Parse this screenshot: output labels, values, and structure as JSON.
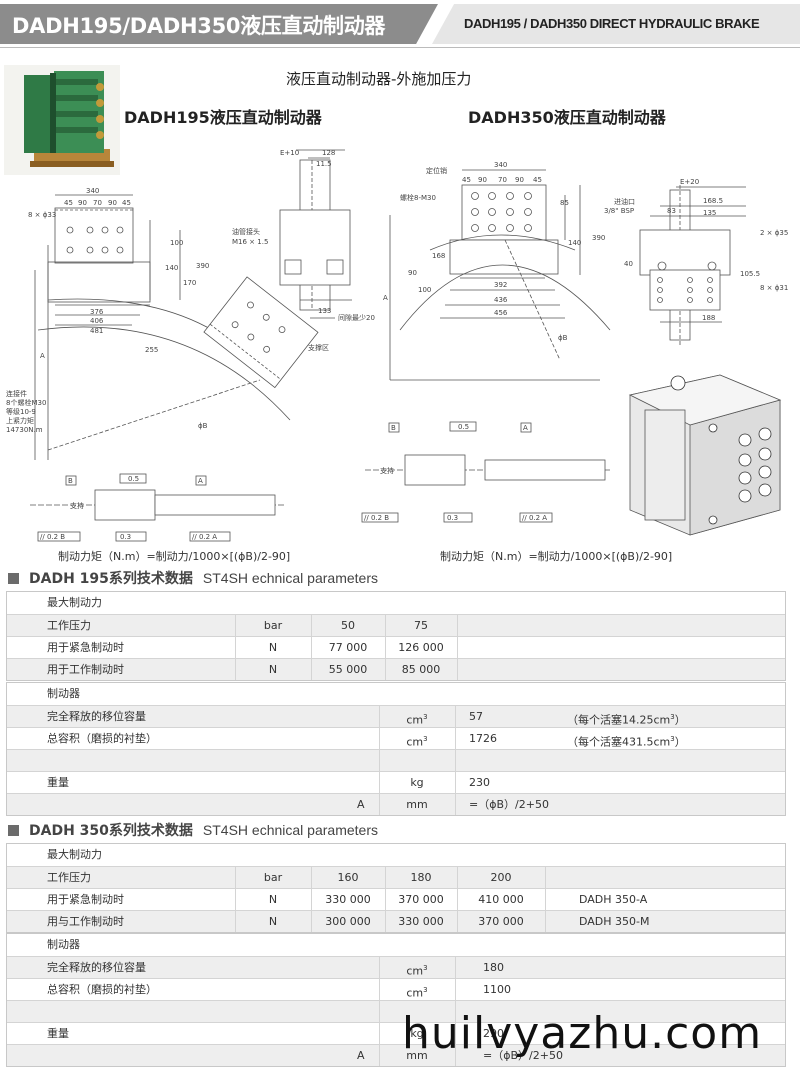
{
  "header": {
    "title_cn": "DADH195/DADH350液压直动制动器",
    "title_en": "DADH195 / DADH350 DIRECT HYDRAULIC BRAKE"
  },
  "drawing": {
    "subtitle": "液压直动制动器-外施加压力",
    "model_195_title": "DADH195液压直动制动器",
    "model_350_title": "DADH350液压直动制动器",
    "formula_195": "制动力矩（N.m）=制动力/1000×[(ϕB)/2-90]",
    "formula_350": "制动力矩（N.m）=制动力/1000×[(ϕB)/2-90]",
    "labels_195": {
      "bolt_holes": "8 × ϕ33",
      "w340": "340",
      "d45": "45",
      "d90a": "90",
      "d70": "70",
      "d90b": "90",
      "d45b": "45",
      "w376": "376",
      "w406": "406",
      "w481": "481",
      "r255": "255",
      "h390": "390",
      "h170": "170",
      "h140": "140",
      "h100": "100",
      "dimA": "A",
      "phiB": "ϕB",
      "oil": "油管接头",
      "oil_m": "M16 × 1.5",
      "e10": "E+10",
      "w128": "128",
      "w115": "11.5",
      "w133": "133",
      "clear": "间隙最少20",
      "support": "支撑区",
      "conn1": "连接件",
      "conn2": "8个螺栓M30",
      "conn3": "等级10-9",
      "conn4": "上紧力矩",
      "conn5": "14730N.m",
      "tolB": "B",
      "tolA": "A",
      "tol05": "0.5",
      "tol02B": "// 0.2 B",
      "tol03": "0.3",
      "tol02A": "// 0.2 A",
      "sup": "支持"
    },
    "labels_350": {
      "pin": "定位销",
      "bolt": "螺栓8-M30",
      "w340": "340",
      "d45": "45",
      "d90a": "90",
      "d70": "70",
      "d90b": "90",
      "d45b": "45",
      "h85": "85",
      "h140": "140",
      "h390": "390",
      "h168": "168",
      "d90": "90",
      "d100": "100",
      "w392": "392",
      "w436": "436",
      "w456": "456",
      "dimA": "A",
      "phiB": "ϕB",
      "inlet": "进油口",
      "inlet_bsp": "3/8\" BSP",
      "e20": "E+20",
      "w1685": "168.5",
      "w83": "83",
      "w135": "135",
      "w188": "188",
      "phi35": "2 × ϕ35",
      "phi31": "8 × ϕ31",
      "h40": "40",
      "h1055": "105.5",
      "tolB": "B",
      "tolA": "A",
      "tol05": "0.5",
      "tol02B": "// 0.2 B",
      "tol03": "0.3",
      "tol02A": "// 0.2 A",
      "sup": "支持"
    }
  },
  "dadh195": {
    "title_cn": "DADH 195系列技术数据",
    "title_en": "ST4SH echnical parameters",
    "force_table": {
      "heading": "最大制动力",
      "rows": [
        {
          "label": "工作压力",
          "unit": "bar",
          "v1": "50",
          "v2": "75"
        },
        {
          "label": "用于紧急制动时",
          "unit": "N",
          "v1": "77 000",
          "v2": "126 000"
        },
        {
          "label": "用于工作制动时",
          "unit": "N",
          "v1": "55 000",
          "v2": "85 000"
        }
      ]
    },
    "brake_table": {
      "heading": "制动器",
      "rows": [
        {
          "label": "完全释放的移位容量",
          "unit": "cm",
          "unit_sup": "3",
          "value": "57",
          "note": "（每个活塞14.25cm",
          "note_sup": "3",
          "note_end": "）"
        },
        {
          "label": "总容积（磨损的衬垫）",
          "unit": "cm",
          "unit_sup": "3",
          "value": "1726",
          "note": "（每个活塞431.5cm",
          "note_sup": "3",
          "note_end": "）"
        },
        {
          "label": "",
          "unit": "",
          "value": "",
          "note": ""
        },
        {
          "label": "重量",
          "unit": "kg",
          "value": "230",
          "note": ""
        },
        {
          "label": "A",
          "unit": "mm",
          "value": "=（ϕB）/2+50",
          "note": ""
        }
      ]
    }
  },
  "dadh350": {
    "title_cn": "DADH 350系列技术数据",
    "title_en": "ST4SH echnical parameters",
    "force_table": {
      "heading": "最大制动力",
      "rows": [
        {
          "label": "工作压力",
          "unit": "bar",
          "v1": "160",
          "v2": "180",
          "v3": "200",
          "model": ""
        },
        {
          "label": "用于紧急制动时",
          "unit": "N",
          "v1": "330 000",
          "v2": "370 000",
          "v3": "410 000",
          "model": "DADH 350-A"
        },
        {
          "label": "用与工作制动时",
          "unit": "N",
          "v1": "300 000",
          "v2": "330 000",
          "v3": "370 000",
          "model": "DADH 350-M"
        }
      ]
    },
    "brake_table": {
      "heading": "制动器",
      "rows": [
        {
          "label": "完全释放的移位容量",
          "unit": "cm",
          "unit_sup": "3",
          "value": "180"
        },
        {
          "label": "总容积（磨损的衬垫）",
          "unit": "cm",
          "unit_sup": "3",
          "value": "1100"
        },
        {
          "label": "",
          "unit": "",
          "value": ""
        },
        {
          "label": "重量",
          "unit": "kg",
          "value": "290"
        },
        {
          "label": "A",
          "unit": "mm",
          "value": "=（ϕB）/2+50"
        }
      ]
    }
  },
  "watermark": "huilvyazhu.com",
  "colors": {
    "header_dark": "#8c8c8c",
    "header_light": "#e6e6e6",
    "row_shade": "#eeeeee",
    "line": "#d4d4d4"
  }
}
